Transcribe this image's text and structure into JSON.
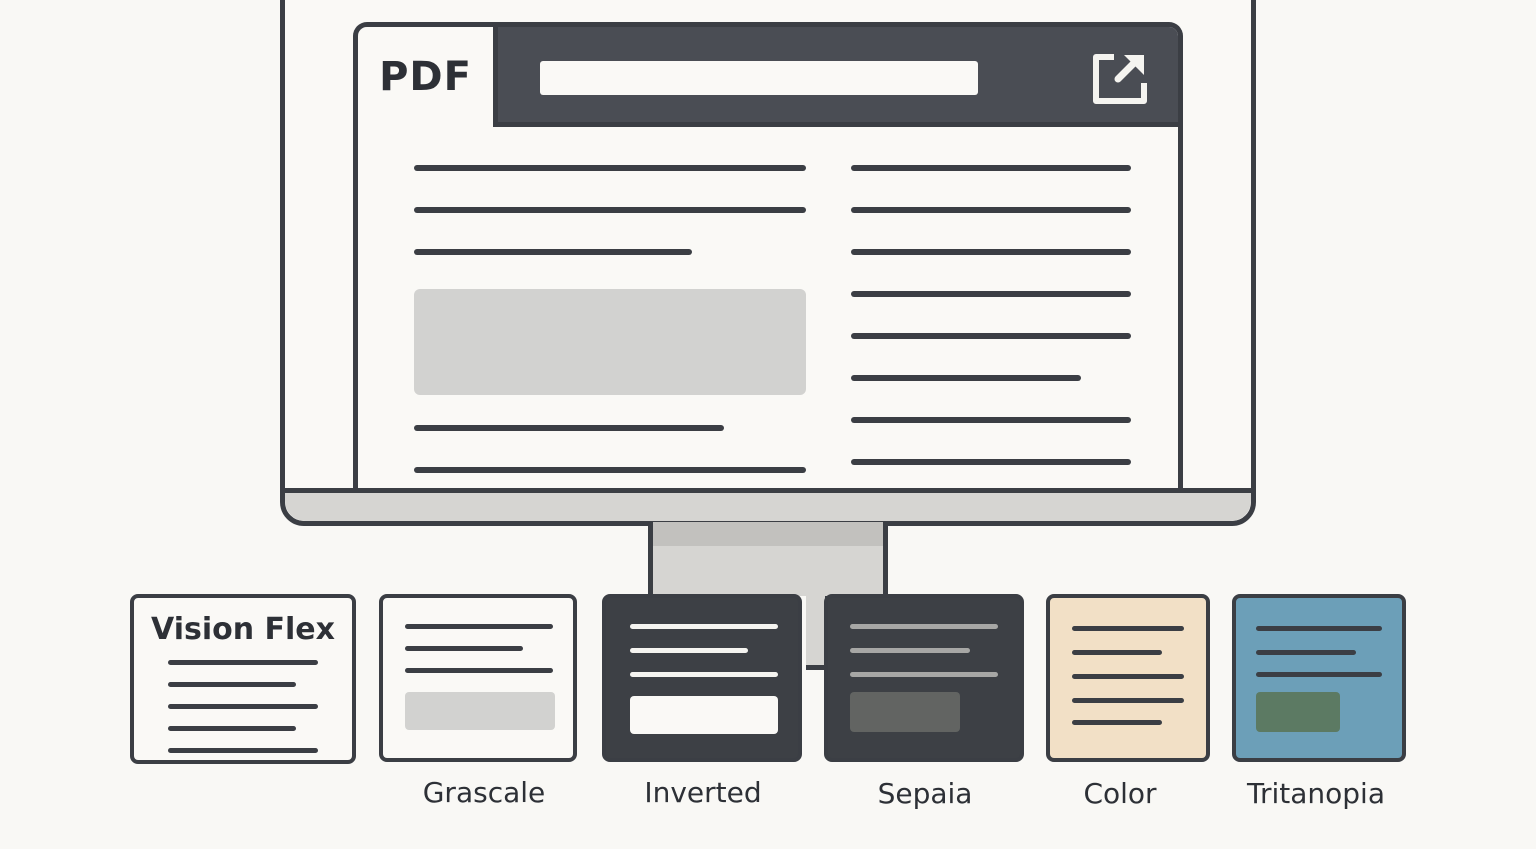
{
  "browser": {
    "badge_text": "PDF",
    "url_value": "",
    "open_icon": "external-open-icon"
  },
  "modes": [
    {
      "id": "vision-flex",
      "title": "Vision Flex",
      "label": ""
    },
    {
      "id": "grayscale",
      "label": "Grascale"
    },
    {
      "id": "inverted",
      "label": "Inverted"
    },
    {
      "id": "sepia",
      "label": "Sepaia"
    },
    {
      "id": "color",
      "label": "Color"
    },
    {
      "id": "tritanopia",
      "label": "Tritanopia"
    }
  ],
  "colors": {
    "background": "#f9f8f5",
    "outline": "#3b3e44",
    "toolbar": "#4a4d54",
    "inverted_card": "#3d4045",
    "sepia_card": "#3d4045",
    "color_card": "#f2e0c6",
    "tritanopia_card": "#6c9fb8",
    "tritanopia_block": "#5c7a63"
  }
}
